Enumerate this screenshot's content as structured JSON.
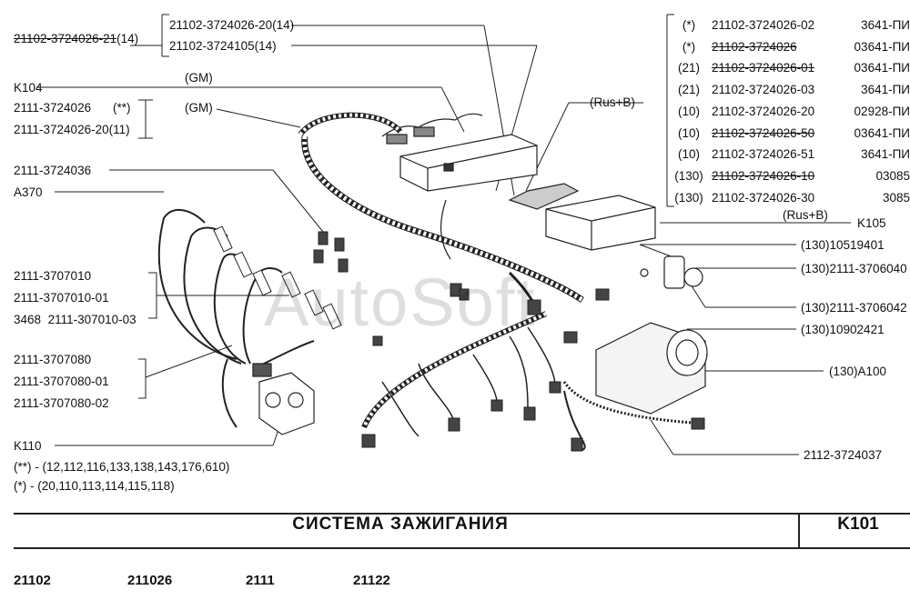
{
  "watermark": "AutoSoft",
  "left_labels": {
    "top_part": "21102-3724026-21",
    "top_qty": "(14)",
    "k104": "K104",
    "p2111_026": "2111-3724026",
    "p2111_026_mark": "(**)",
    "p2111_026_20": "2111-3724026-20(11)",
    "p2111_036": "2111-3724036",
    "a370": "A370",
    "coil1": "2111-3707010",
    "coil2": "2111-3707010-01",
    "coil3_num": "3468",
    "coil3_part": "2111-307010-03",
    "wire1": "2111-3707080",
    "wire2": "2111-3707080-01",
    "wire3": "2111-3707080-02",
    "k110": "K110",
    "note1": "(**)  -  (12,112,116,133,138,143,176,610)",
    "note2": "(*)  -  (20,110,113,114,115,118)"
  },
  "center_labels": {
    "bracket1": "21102-3724026-20(14)",
    "bracket2": "21102-3724105(14)",
    "gm1": "(GM)",
    "gm2": "(GM)",
    "rusb1": "(Rus+B)",
    "rusb2": "(Rus+B)"
  },
  "right_table": [
    {
      "mark": "(*)",
      "part": "21102-3724026-02",
      "strike": false,
      "code": "3641-ПИ"
    },
    {
      "mark": "(*)",
      "part": "21102-3724026",
      "strike": true,
      "code": "03641-ПИ"
    },
    {
      "mark": "(21)",
      "part": "21102-3724026-01",
      "strike": true,
      "code": "03641-ПИ"
    },
    {
      "mark": "(21)",
      "part": "21102-3724026-03",
      "strike": false,
      "code": "3641-ПИ"
    },
    {
      "mark": "(10)",
      "part": "21102-3724026-20",
      "strike": false,
      "code": "02928-ПИ"
    },
    {
      "mark": "(10)",
      "part": "21102-3724026-50",
      "strike": true,
      "code": "03641-ПИ"
    },
    {
      "mark": "(10)",
      "part": "21102-3724026-51",
      "strike": false,
      "code": "3641-ПИ"
    },
    {
      "mark": "(130)",
      "part": "21102-3724026-10",
      "strike": true,
      "code": "03085"
    },
    {
      "mark": "(130)",
      "part": "21102-3724026-30",
      "strike": false,
      "code": "3085"
    }
  ],
  "right_labels": {
    "k105": "K105",
    "r1": "(130)10519401",
    "r2": "(130)2111-3706040",
    "r3": "(130)2111-3706042",
    "r4": "(130)10902421",
    "r5": "(130)A100",
    "r6": "2112-3724037"
  },
  "footer": {
    "title": "СИСТЕМА  ЗАЖИГАНИЯ",
    "code": "K101",
    "models": [
      "21102",
      "211026",
      "2111",
      "21122"
    ]
  }
}
